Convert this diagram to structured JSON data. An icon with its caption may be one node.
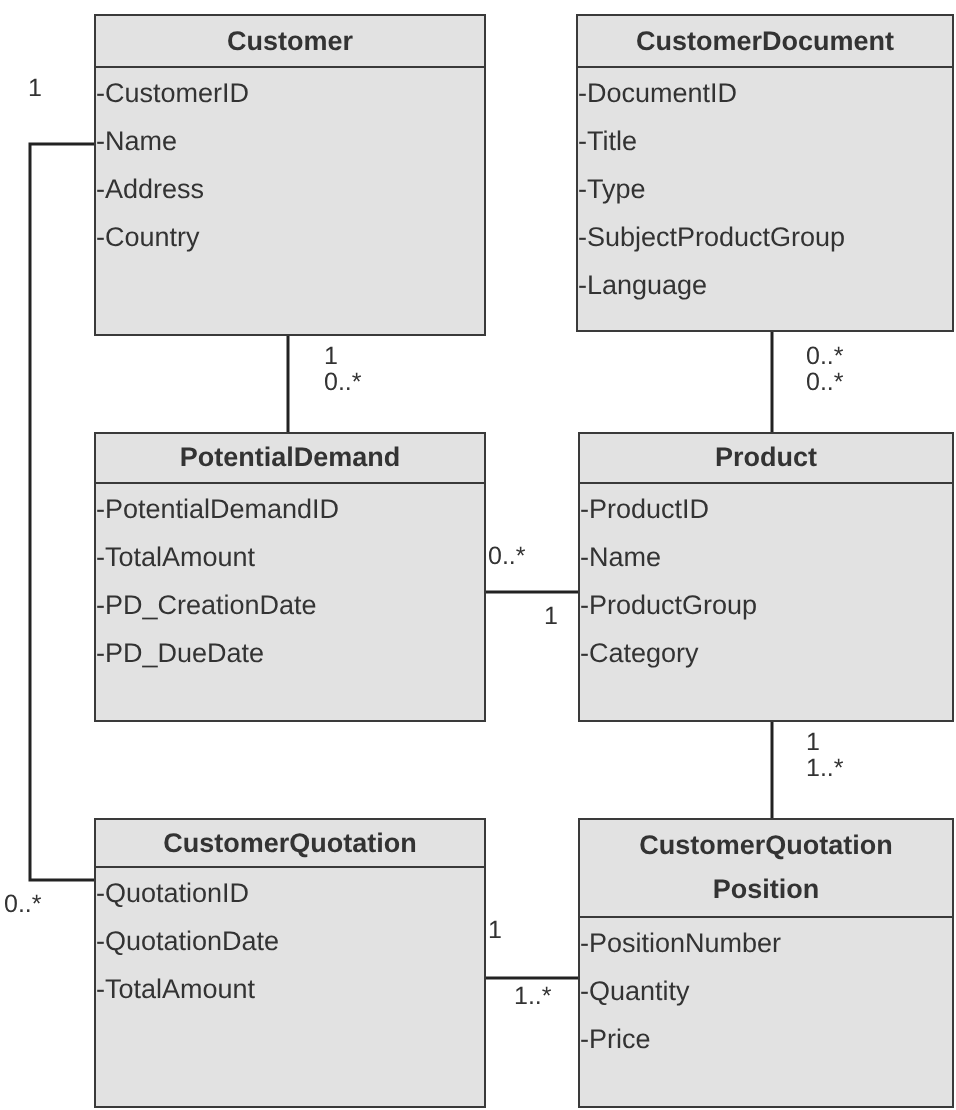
{
  "diagram": {
    "nodes": [
      {
        "text": [
          "Customer",
          "-CustomerID",
          "-Name",
          "-Address",
          "-Country"
        ]
      },
      {
        "text": [
          "CustomerDocument",
          "-DocumentID",
          "-Title",
          "-Type",
          "-SubjectProductGroup",
          "-Language"
        ]
      },
      {
        "text": [
          "PotentialDemand",
          "-PotentialDemandID",
          "-TotalAmount",
          "-PD_CreationDate",
          "-PD_DueDate"
        ]
      },
      {
        "text": [
          "Product",
          "-ProductID",
          "-Name",
          "-ProductGroup",
          "-Category"
        ]
      },
      {
        "text": [
          "CustomerQuotation",
          "-QuotationID",
          "-QuotationDate",
          "-TotalAmount"
        ]
      },
      {
        "text": [
          "CustomerQuotation Position",
          "-PositionNumber",
          "-Quantity",
          "-Price"
        ]
      }
    ],
    "edges": [
      {
        "from": 0,
        "to": 2,
        "arrow": "none"
      },
      {
        "from": 1,
        "to": 3,
        "arrow": "none"
      },
      {
        "from": 2,
        "to": 3,
        "arrow": "none"
      },
      {
        "from": 3,
        "to": 5,
        "arrow": "none"
      },
      {
        "from": 4,
        "to": 5,
        "arrow": "none"
      },
      {
        "from": 0,
        "to": 4,
        "arrow": "none"
      }
    ],
    "labels": [
      "1",
      "1",
      "0..*",
      "0..*",
      "0..*",
      "0..*",
      "1",
      "1",
      "1..*",
      "0..*",
      "1",
      "1..*"
    ]
  }
}
